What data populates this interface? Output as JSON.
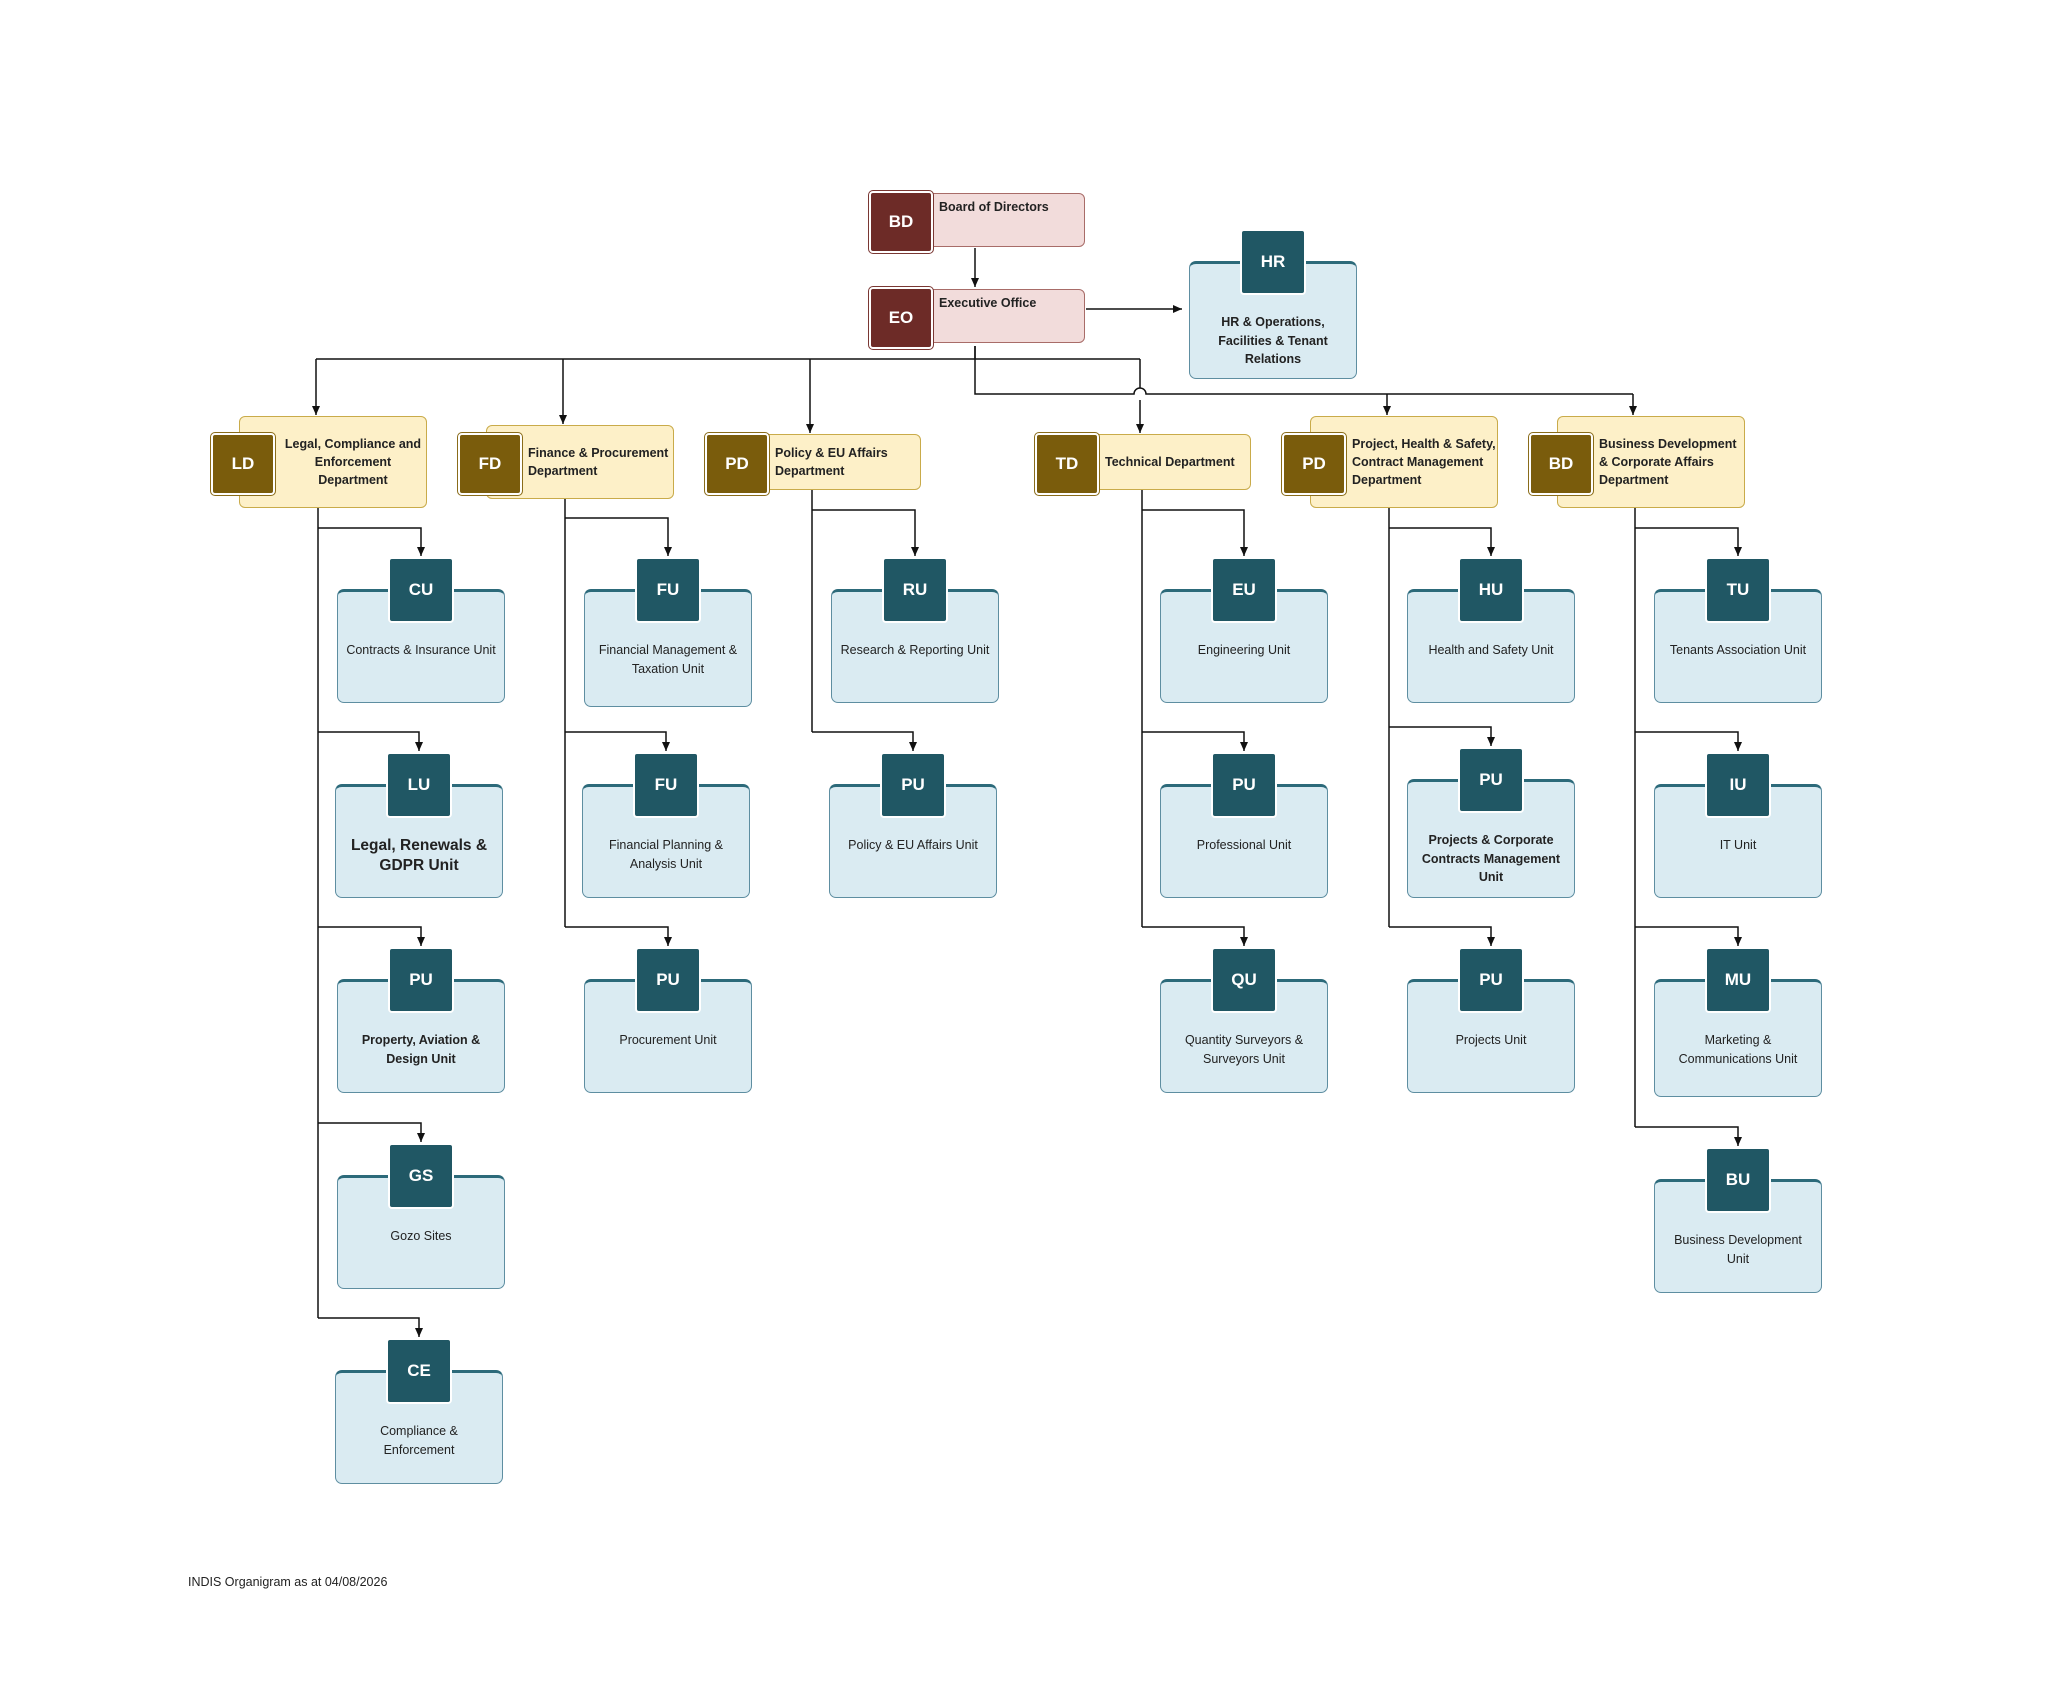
{
  "top": {
    "board": {
      "abbr": "BD",
      "label": "Board of Directors"
    },
    "exec": {
      "abbr": "EO",
      "label": "Executive Office"
    },
    "hr": {
      "abbr": "HR",
      "label": "HR & Operations, Facilities & Tenant Relations"
    }
  },
  "departments": [
    {
      "abbr": "LD",
      "label": "Legal, Compliance and Enforcement Department"
    },
    {
      "abbr": "FD",
      "label": "Finance & Procurement Department"
    },
    {
      "abbr": "PD",
      "label": "Policy & EU Affairs Department"
    },
    {
      "abbr": "TD",
      "label": "Technical Department"
    },
    {
      "abbr": "PD",
      "label": "Project, Health & Safety, Contract Management Department"
    },
    {
      "abbr": "BD",
      "label": "Business Development & Corporate Affairs Department"
    }
  ],
  "units": {
    "legal": [
      {
        "abbr": "CU",
        "label": "Contracts & Insurance Unit"
      },
      {
        "abbr": "LU",
        "label": "Legal, Renewals & GDPR Unit"
      },
      {
        "abbr": "PU",
        "label": "Property, Aviation & Design Unit"
      },
      {
        "abbr": "GS",
        "label": "Gozo Sites"
      },
      {
        "abbr": "CE",
        "label": "Compliance & Enforcement"
      }
    ],
    "finance": [
      {
        "abbr": "FU",
        "label": "Financial Management & Taxation Unit"
      },
      {
        "abbr": "FU",
        "label": "Financial Planning & Analysis Unit"
      },
      {
        "abbr": "PU",
        "label": "Procurement Unit"
      }
    ],
    "policy": [
      {
        "abbr": "RU",
        "label": "Research & Reporting Unit"
      },
      {
        "abbr": "PU",
        "label": "Policy & EU Affairs Unit"
      }
    ],
    "technical": [
      {
        "abbr": "EU",
        "label": "Engineering Unit"
      },
      {
        "abbr": "PU",
        "label": "Professional Unit"
      },
      {
        "abbr": "QU",
        "label": "Quantity Surveyors & Surveyors Unit"
      }
    ],
    "project": [
      {
        "abbr": "HU",
        "label": "Health and Safety Unit"
      },
      {
        "abbr": "PU",
        "label": "Projects & Corporate Contracts Management Unit"
      },
      {
        "abbr": "PU",
        "label": "Projects Unit"
      }
    ],
    "business": [
      {
        "abbr": "TU",
        "label": "Tenants Association Unit"
      },
      {
        "abbr": "IU",
        "label": "IT Unit"
      },
      {
        "abbr": "MU",
        "label": "Marketing & Communications Unit"
      },
      {
        "abbr": "BU",
        "label": "Business Development Unit"
      }
    ]
  },
  "footer": "INDIS Organigram as at 04/08/2026"
}
